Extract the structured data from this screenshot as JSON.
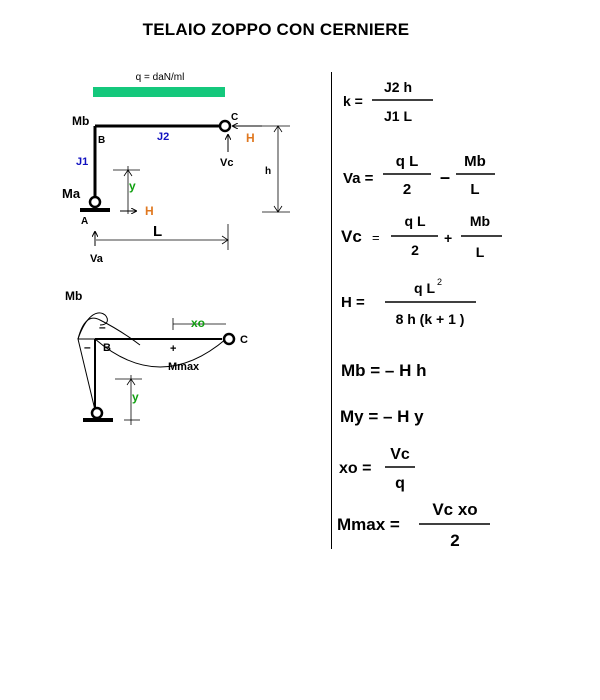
{
  "title": "TELAIO ZOPPO CON CERNIERE",
  "diagram1": {
    "load_label": "q = daN/ml",
    "load_color": "#14c87c",
    "Mb": "Mb",
    "B": "B",
    "C": "C",
    "J1": "J1",
    "J2": "J2",
    "H": "H",
    "Vc": "Vc",
    "h": "h",
    "y": "y",
    "Ma": "Ma",
    "A": "A",
    "L": "L",
    "Va": "Va",
    "colors": {
      "member_label": "#1010c0",
      "H": "#e07820",
      "y": "#10a010"
    }
  },
  "diagram2": {
    "Mb": "Mb",
    "minus": "–",
    "B": "B",
    "xo": "xo",
    "C": "C",
    "plus": "+",
    "Mmax": "Mmax",
    "y": "y"
  },
  "formulas": {
    "k": {
      "lhs": "k =",
      "num": "J2   h",
      "den": "J1   L"
    },
    "Va": {
      "lhs": "Va =",
      "n1": "q  L",
      "d1": "2",
      "op": "–",
      "n2": "Mb",
      "d2": "L"
    },
    "Vc": {
      "lhs": "Vc",
      "eq": "=",
      "n1": "q  L",
      "d1": "2",
      "op": "+",
      "n2": "Mb",
      "d2": "L"
    },
    "H": {
      "lhs": "H  =",
      "num": "q L",
      "exp": "2",
      "den": "8 h (k + 1 )"
    },
    "Mb": "Mb = – H h",
    "My": "My = – H  y",
    "xo": {
      "lhs": "xo =",
      "num": "Vc",
      "den": "q"
    },
    "Mmax": {
      "lhs": "Mmax =",
      "num": "Vc   xo",
      "den": "2"
    }
  }
}
